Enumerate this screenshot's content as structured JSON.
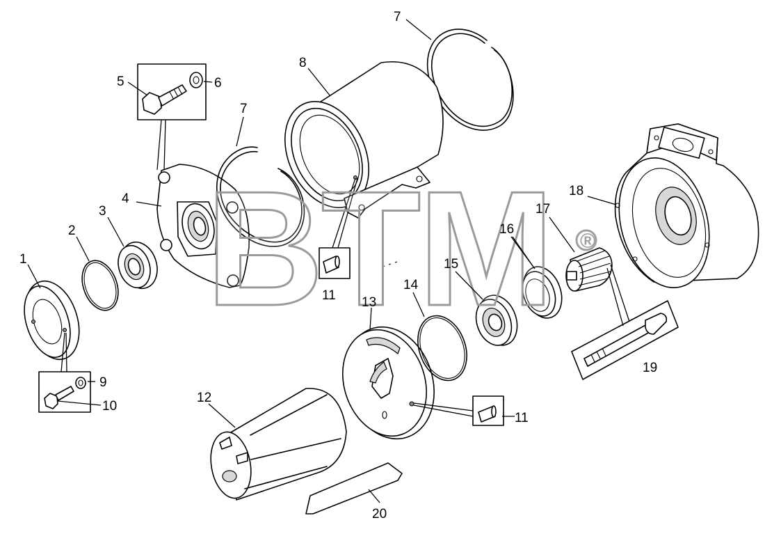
{
  "watermark": {
    "text": "BTM",
    "registered_mark": "®"
  },
  "callouts": {
    "c1": "1",
    "c2": "2",
    "c3": "3",
    "c4": "4",
    "c5": "5",
    "c6": "6",
    "c7a": "7",
    "c7b": "7",
    "c8": "8",
    "c9": "9",
    "c10": "10",
    "c11a": "11",
    "c11b": "11",
    "c12": "12",
    "c13": "13",
    "c14": "14",
    "c15": "15",
    "c16": "16",
    "c17": "17",
    "c18": "18",
    "c19": "19",
    "c20": "20"
  }
}
